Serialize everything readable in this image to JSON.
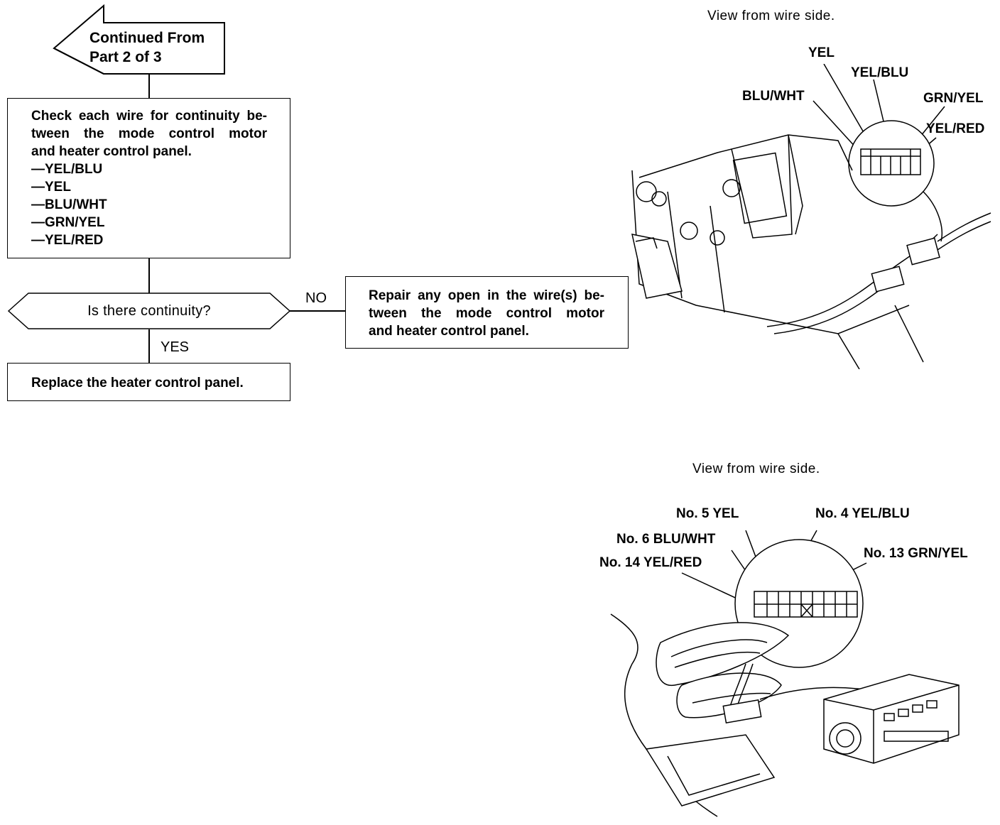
{
  "flowchart": {
    "continued_from": [
      "Continued From",
      "Part 2 of 3"
    ],
    "check_box": {
      "lines": [
        "Check each wire for continuity be-",
        "tween the mode control motor",
        "and heater control panel."
      ],
      "wires": [
        "—YEL/BLU",
        "—YEL",
        "—BLU/WHT",
        "—GRN/YEL",
        "—YEL/RED"
      ]
    },
    "decision": "Is there continuity?",
    "no_label": "NO",
    "yes_label": "YES",
    "repair_box": {
      "lines": [
        "Repair any open in the wire(s) be-",
        "tween the mode control motor",
        "and heater control panel."
      ]
    },
    "replace_box": "Replace the heater control panel."
  },
  "top_figure": {
    "caption": "View from wire side.",
    "labels": [
      "YEL",
      "YEL/BLU",
      "BLU/WHT",
      "GRN/YEL",
      "YEL/RED"
    ]
  },
  "bottom_figure": {
    "caption": "View from wire side.",
    "labels": [
      "No. 5 YEL",
      "No. 4 YEL/BLU",
      "No. 6 BLU/WHT",
      "No. 13 GRN/YEL",
      "No. 14 YEL/RED"
    ]
  }
}
